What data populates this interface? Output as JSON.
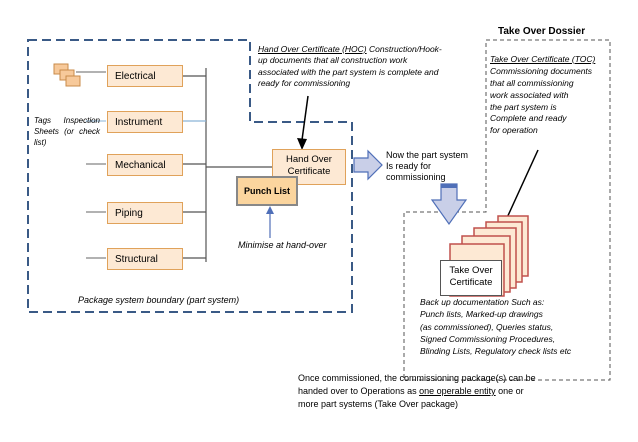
{
  "disciplines": [
    "Electrical",
    "Instrument",
    "Mechanical",
    "Piping",
    "Structural"
  ],
  "tags_note": "Tags Inspection Sheets (or check list)",
  "package_boundary_label": "Package system boundary (part system)",
  "hoc_box": {
    "line1": "Hand Over",
    "line2": "Certificate"
  },
  "punch_list": "Punch List",
  "minimise_note": "Minimise at hand-over",
  "hoc_def": {
    "term": "Hand Over Certificate (HOC)",
    "body_l1": " Construction/Hook-",
    "body_l2": "up documents that all construction work",
    "body_l3": "associated with the part system is complete and",
    "body_l4": "ready for commissioning"
  },
  "ready_note": {
    "line1": "Now the part system",
    "line2": "Is ready for",
    "line3": "commissioning"
  },
  "take_over_dossier": "Take Over Dossier",
  "toc_def": {
    "term": "Take Over Certificate (TOC)",
    "l1": "Commissioning documents",
    "l2": "that all commissioning",
    "l3": "work associated with",
    "l4": "the part system is",
    "l5": "Complete and ready",
    "l6": "for operation"
  },
  "toc_box": {
    "line1": "Take Over",
    "line2": "Certificate"
  },
  "backup_docs": {
    "l1": "Back up documentation Such as:",
    "l2": "Punch lists, Marked-up drawings",
    "l3": "(as commissioned), Queries status,",
    "l4": "Signed Commissioning Procedures,",
    "l5": "Blinding Lists, Regulatory check lists etc"
  },
  "footer": {
    "l1": "Once commissioned, the commissioning package(s) can be",
    "l2a": "handed over to Operations as ",
    "l2u": "one operable entity",
    "l2b": " one or",
    "l3": "more part systems (Take Over package)"
  },
  "colors": {
    "box_fill": "#fde9d4",
    "box_border": "#e0a25a",
    "punch_fill": "#fbd59e",
    "arrow_fill": "#c9cfe8",
    "arrow_stroke": "#4f6fb8",
    "dash_blue": "#3a5a86"
  },
  "icons": [
    "tag-sheets-icon"
  ]
}
